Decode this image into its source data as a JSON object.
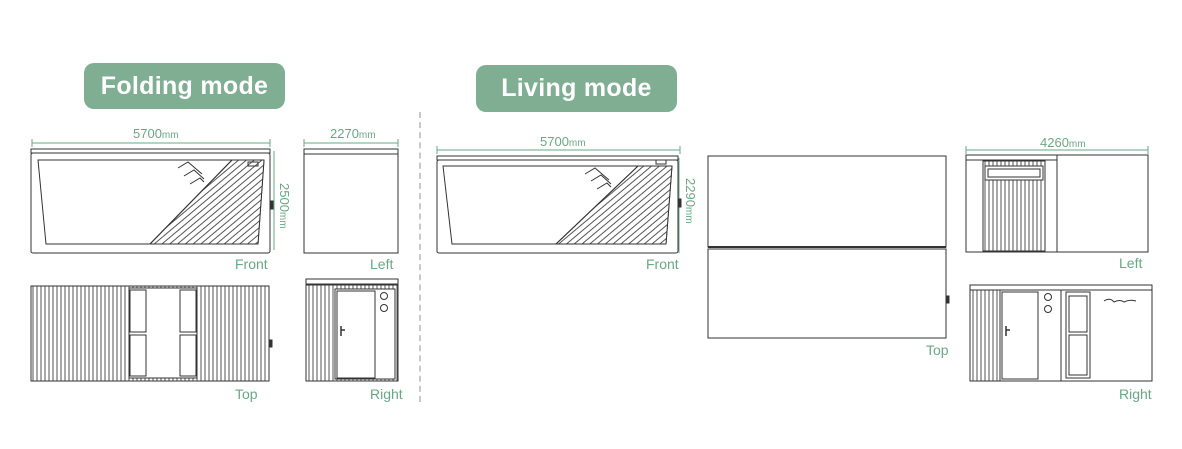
{
  "modes": {
    "folding": {
      "title": "Folding mode",
      "front": {
        "width": "5700",
        "height": "2500",
        "label": "Front"
      },
      "left": {
        "width": "2270",
        "label": "Left"
      },
      "top": {
        "label": "Top"
      },
      "right": {
        "label": "Right"
      }
    },
    "living": {
      "title": "Living mode",
      "front": {
        "width": "5700",
        "height": "2290",
        "label": "Front"
      },
      "top": {
        "label": "Top"
      },
      "left": {
        "width": "4260",
        "label": "Left"
      },
      "right": {
        "label": "Right"
      }
    }
  },
  "unit": "mm",
  "colors": {
    "accent": "#7fae92",
    "label": "#6aa884",
    "line": "#333333"
  }
}
